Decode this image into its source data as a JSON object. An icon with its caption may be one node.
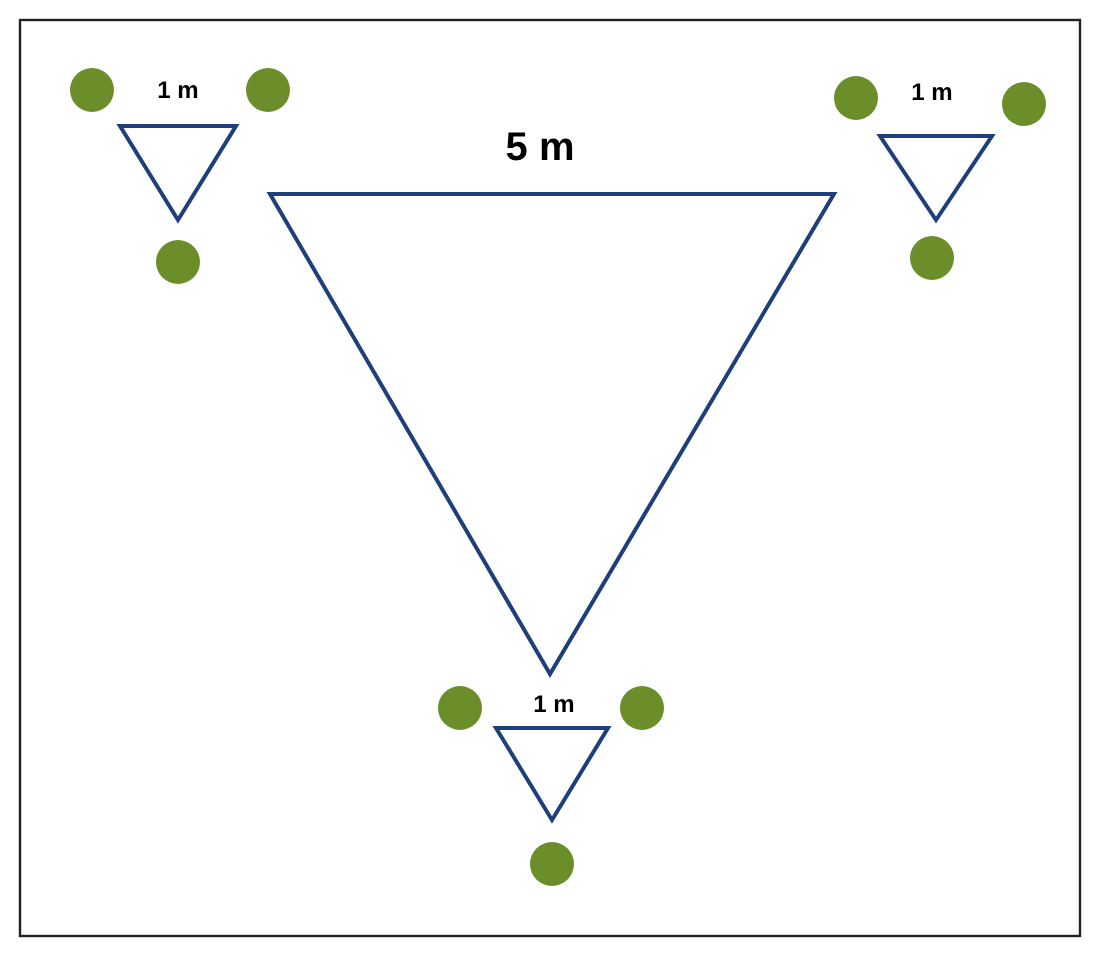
{
  "diagram": {
    "labels": [
      "1 m",
      "1 m",
      "5 m",
      "1 m"
    ]
  }
}
